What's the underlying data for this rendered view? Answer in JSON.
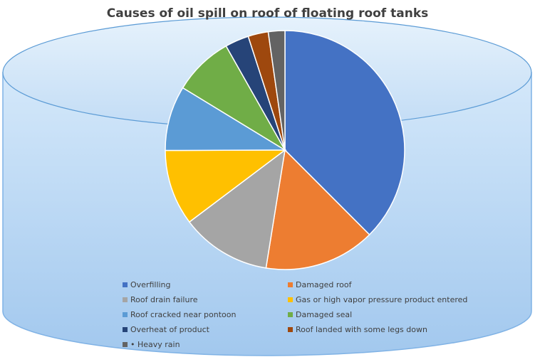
{
  "chart_data": {
    "type": "pie",
    "title": "Causes of oil spill on roof of floating roof tanks",
    "slices": [
      {
        "label": "Overfilling",
        "value": 38.5,
        "color": "#4472C4"
      },
      {
        "label": "Damaged roof",
        "value": 15.4,
        "color": "#ED7D31"
      },
      {
        "label": "Roof drain failure",
        "value": 12.5,
        "color": "#A5A5A5"
      },
      {
        "label": "Gas or high vapor pressure product entered",
        "value": 10.5,
        "color": "#FFC000"
      },
      {
        "label": "Roof cracked near pontoon",
        "value": 9.0,
        "color": "#5B9BD5"
      },
      {
        "label": "Damaged seal",
        "value": 8.3,
        "color": "#70AD47"
      },
      {
        "label": "Overheat of product",
        "value": 3.3,
        "color": "#264478"
      },
      {
        "label": "Roof landed with some legs down",
        "value": 2.8,
        "color": "#9E480E"
      },
      {
        "label": "• Heavy rain",
        "value": 2.3,
        "color": "#636363"
      }
    ],
    "legend_position": "bottom"
  },
  "background": {
    "tank_fill_top": "#d9ecfb",
    "tank_fill_bottom": "#9fc7ef",
    "tank_stroke": "#5b9bd5"
  }
}
